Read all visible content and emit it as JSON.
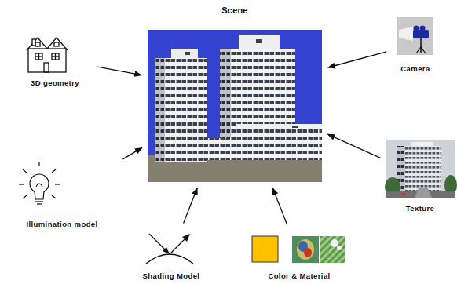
{
  "diagram": {
    "nodes": [
      {
        "text": [
          "Scene"
        ]
      },
      {
        "text": [
          "3D geometry"
        ]
      },
      {
        "text": [
          "Camera"
        ]
      },
      {
        "text": [
          "Illumination model"
        ]
      },
      {
        "text": [
          "Texture"
        ]
      },
      {
        "text": [
          "Shading Model"
        ]
      },
      {
        "text": [
          "Color & Material"
        ]
      }
    ],
    "edges": [
      {
        "from": 1,
        "to": 0,
        "arrow": "to"
      },
      {
        "from": 2,
        "to": 0,
        "arrow": "to"
      },
      {
        "from": 3,
        "to": 0,
        "arrow": "to"
      },
      {
        "from": 4,
        "to": 0,
        "arrow": "to"
      },
      {
        "from": 5,
        "to": 0,
        "arrow": "to"
      },
      {
        "from": 6,
        "to": 0,
        "arrow": "to"
      }
    ]
  }
}
